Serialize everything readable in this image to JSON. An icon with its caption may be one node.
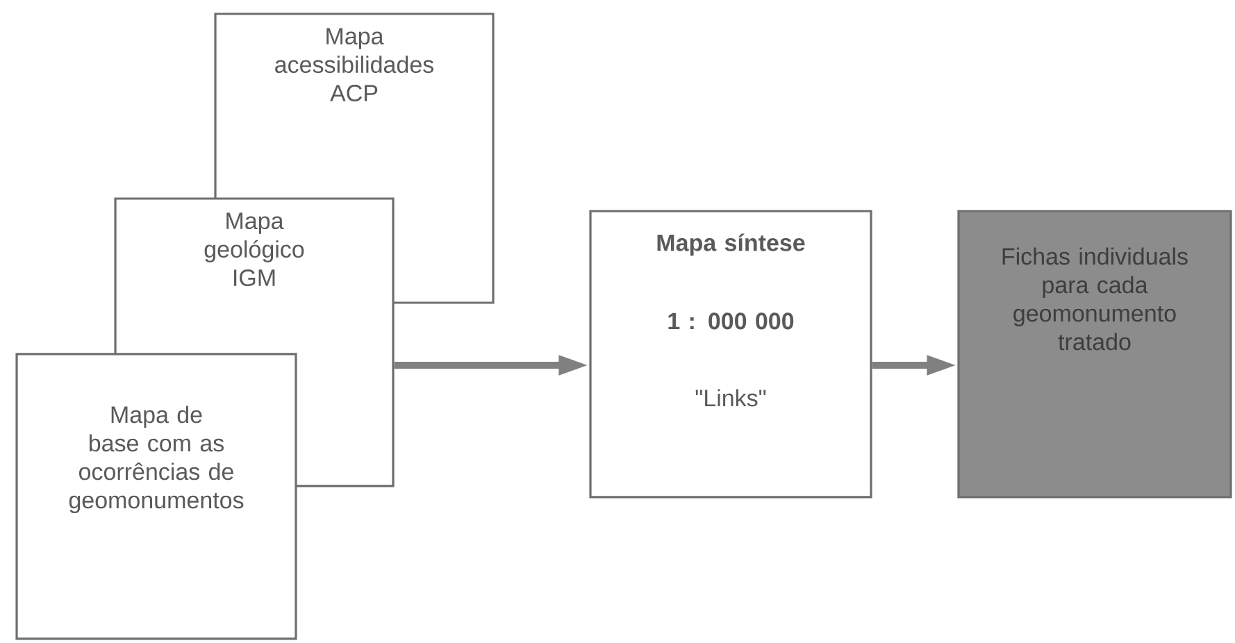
{
  "diagram": {
    "nodes": [
      {
        "text": [
          "Mapa acessibilidades ACP"
        ]
      },
      {
        "text": [
          "Mapa geológico IGM"
        ]
      },
      {
        "text": [
          "Mapa de base com as ocorrências de geomonumentos"
        ]
      },
      {
        "text": [
          "Mapa síntese",
          "1 : 000 000",
          "\"Links\""
        ]
      },
      {
        "text": [
          "Fichas individuals para cada geomonumento tratado"
        ]
      }
    ],
    "edges": [
      {
        "from": 1,
        "to": 3,
        "arrow": "to"
      },
      {
        "from": 3,
        "to": 4,
        "arrow": "to"
      }
    ]
  }
}
